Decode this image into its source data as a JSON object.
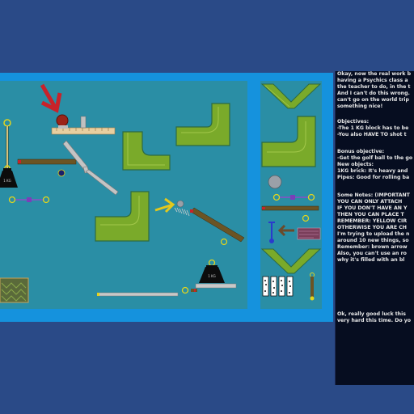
{
  "instructions": {
    "lines": [
      "Okay, now the real work b",
      "having a Psychics class a",
      "the teacher to do, in the t",
      "And I can't do this wrong.",
      "can't go on the world trip",
      "something nice!",
      "",
      "Objectives:",
      "-The 1 KG block has to be",
      "-You also HAVE TO shot t",
      "",
      "Bonus objective:",
      "-Get the golf ball to the go",
      "New objects:",
      "1KG brick: It's heavy and",
      "Pipes: Good for rolling ba",
      "",
      "Some Notes: (IMPORTANT",
      "YOU CAN ONLY ATTACH",
      "IF YOU DON'T HAVE AN Y",
      "THEN YOU CAN PLACE T",
      "REMEMBER: YELLOW CIR",
      "OTHERWISE YOU ARE CH",
      "I'm trying to upload the n",
      "around 10 new things, so",
      "Remember: brown arrow",
      "Also, you can't use an ro",
      "why it's filled with an bl",
      "",
      "",
      "Ok, really good luck this",
      "very hard this time. Do yo"
    ]
  },
  "weights": {
    "label": "1 KG"
  },
  "colors": {
    "background": "#2a4a87",
    "frame": "#1592dd",
    "play_area": "#2a8ea5",
    "pipe_green": "#7aaa2a",
    "red_arrow": "#c8222a",
    "yellow_arrow": "#e3c81c",
    "brown_arrow": "#6b4a2a",
    "text_panel": "#060d20"
  }
}
